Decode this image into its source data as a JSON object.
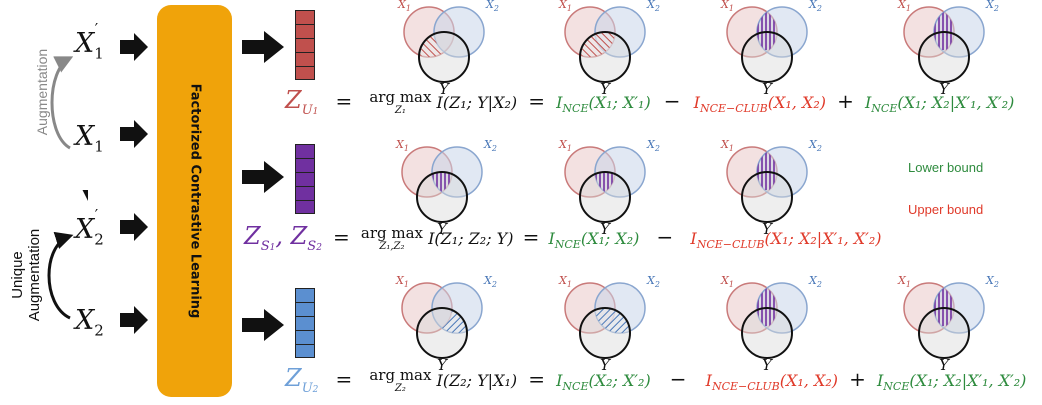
{
  "inputs": {
    "x1p": "X",
    "x1p_sub": "1",
    "x1p_sup": "′",
    "x1": "X",
    "x1_sub": "1",
    "x2p": "X",
    "x2p_sub": "2",
    "x2p_sup": "′",
    "x2": "X",
    "x2_sub": "2"
  },
  "side_labels": {
    "augmentation": "Augmentation",
    "unique_line1": "Unique",
    "unique_line2": "Augmentation"
  },
  "model_label": "Factorized Contrastive Learning",
  "legend": {
    "lower": "Lower bound",
    "upper": "Upper bound"
  },
  "colors": {
    "model": "#f0a30a",
    "zu1": "#c0504d",
    "zs": "#7030a0",
    "zu2": "#6fa0d8",
    "lower": "#2e8b3e",
    "upper": "#e03a2a",
    "x1_circle": "#c97a7a",
    "x2_circle": "#8aa6cf",
    "y_circle": "#111111"
  },
  "venn": {
    "x1": "X",
    "x1_sub": "1",
    "x2": "X",
    "x2_sub": "2",
    "y": "Y"
  },
  "eq1": {
    "lhs": "Z",
    "lhs_sub": "U",
    "lhs_subsub": "1",
    "equals": "=",
    "argmax": "arg max",
    "argmax_sub": "Z₁",
    "objective": "I(Z₁; Y|X₂)",
    "eq2": "=",
    "t1": "I",
    "t1_sub": "NCE",
    "t1_args": "(X₁; X′₁)",
    "op1": "−",
    "t2": "I",
    "t2_sub": "NCE−CLUB",
    "t2_args": "(X₁, X₂)",
    "op2": "+",
    "t3": "I",
    "t3_sub": "NCE",
    "t3_args": "(X₁; X₂|X′₁, X′₂)"
  },
  "eq2": {
    "lhs": "Z",
    "lhs_sub1": "S",
    "lhs_subsub1": "1",
    "comma": ",",
    "lhs2": "Z",
    "lhs_sub2": "S",
    "lhs_subsub2": "2",
    "equals": "=",
    "argmax": "arg max",
    "argmax_sub": "Z₁,Z₂",
    "objective": "I(Z₁; Z₂; Y)",
    "eq2": "=",
    "t1": "I",
    "t1_sub": "NCE",
    "t1_args": "(X₁; X₂)",
    "op1": "−",
    "t2": "I",
    "t2_sub": "NCE−CLUB",
    "t2_args": "(X₁; X₂|X′₁, X′₂)"
  },
  "eq3": {
    "lhs": "Z",
    "lhs_sub": "U",
    "lhs_subsub": "2",
    "equals": "=",
    "argmax": "arg max",
    "argmax_sub": "Z₂",
    "objective": "I(Z₂; Y|X₁)",
    "eq2": "=",
    "t1": "I",
    "t1_sub": "NCE",
    "t1_args": "(X₂; X′₂)",
    "op1": "−",
    "t2": "I",
    "t2_sub": "NCE−CLUB",
    "t2_args": "(X₁, X₂)",
    "op2": "+",
    "t3": "I",
    "t3_sub": "NCE",
    "t3_args": "(X₁; X₂|X′₁, X′₂)"
  }
}
